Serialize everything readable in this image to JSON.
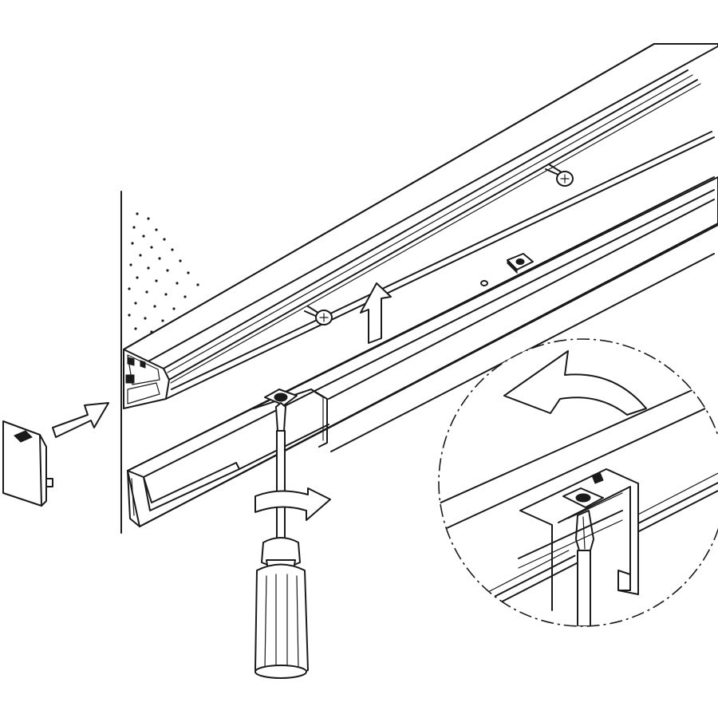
{
  "figure": {
    "colors": {
      "line": "#1a1a1a",
      "fill": "#ffffff"
    },
    "parts": [
      "wall",
      "top-rail-profile",
      "lower-rail-profile",
      "end-cap",
      "mounting-screw",
      "screwdriver",
      "detail-magnifier",
      "arrow-up-icon",
      "arrow-right-icon",
      "rotate-arrow-icon",
      "curved-arrow-left-icon"
    ]
  }
}
